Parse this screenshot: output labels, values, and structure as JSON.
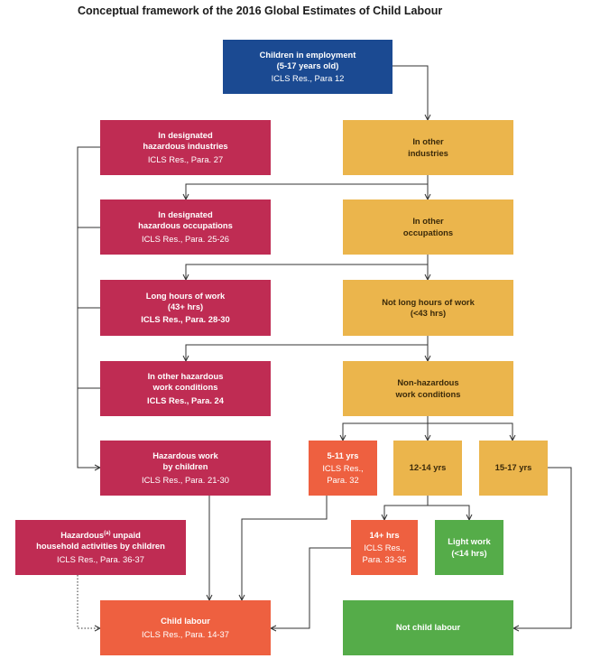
{
  "title": "Conceptual framework of the 2016 Global Estimates of Child Labour",
  "colors": {
    "blue": "#1b4a92",
    "hazardous_red": "#bf2c53",
    "other_yellow": "#ebb54c",
    "orange": "#ee6040",
    "green": "#55ac49",
    "line": "#333333"
  },
  "nodes": {
    "employment": {
      "l1": "Children in employment",
      "l2": "(5-17 years old)",
      "ref": "ICLS Res., Para 12"
    },
    "haz_industries": {
      "l1": "In designated",
      "l2": "hazardous industries",
      "ref": "ICLS Res., Para. 27"
    },
    "other_industries": {
      "l1": "In other",
      "l2": "industries"
    },
    "haz_occupations": {
      "l1": "In designated",
      "l2": "hazardous occupations",
      "ref": "ICLS Res., Para. 25-26"
    },
    "other_occupations": {
      "l1": "In other",
      "l2": "occupations"
    },
    "long_hours": {
      "l1": "Long hours of work",
      "l2": "(43+ hrs)",
      "ref": "ICLS Res., Para. 28-30"
    },
    "not_long_hours": {
      "l1": "Not long hours of work",
      "l2": "(<43 hrs)"
    },
    "other_haz_conditions": {
      "l1": "In other hazardous",
      "l2": "work conditions",
      "ref": "ICLS Res., Para. 24"
    },
    "non_haz_conditions": {
      "l1": "Non-hazardous",
      "l2": "work conditions"
    },
    "haz_work": {
      "l1": "Hazardous work",
      "l2": "by children",
      "ref": "ICLS Res., Para. 21-30"
    },
    "age_5_11": {
      "l1": "5-11 yrs",
      "ref": "ICLS Res.,",
      "ref2": "Para. 32"
    },
    "age_12_14": {
      "l1": "12-14 yrs"
    },
    "age_15_17": {
      "l1": "15-17 yrs"
    },
    "unpaid": {
      "l1a": "Hazardous",
      "sup": "(a)",
      "l1b": " unpaid",
      "l2": "household activities by children",
      "ref": "ICLS Res., Para. 36-37"
    },
    "hrs_14plus": {
      "l1": "14+ hrs",
      "ref": "ICLS Res.,",
      "ref2": "Para. 33-35"
    },
    "light_work": {
      "l1": "Light work",
      "l2": "(<14 hrs)"
    },
    "child_labour": {
      "l1": "Child labour",
      "ref": "ICLS Res., Para. 14-37"
    },
    "not_child_labour": {
      "l1": "Not child labour"
    }
  }
}
